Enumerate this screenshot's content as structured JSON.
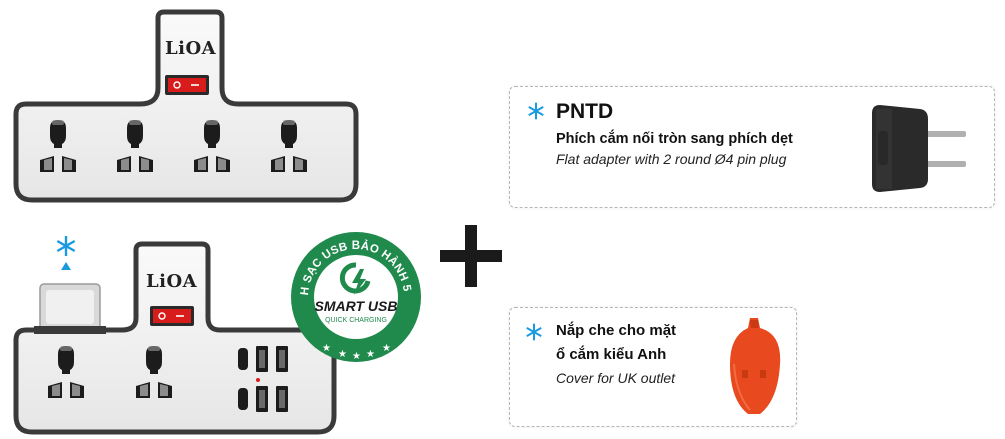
{
  "strip_top": {
    "brand": "LiOA"
  },
  "strip_bottom": {
    "brand": "LiOA"
  },
  "badge": {
    "arc_text": "MẠCH SẠC USB BẢO HÀNH 5 NĂM",
    "title": "SMART USB",
    "subtitle": "QUICK CHARGING",
    "color": "#1f8a4c"
  },
  "accessory_1": {
    "code": "PNTD",
    "vi": "Phích cắm nối tròn sang phích dẹt",
    "en": "Flat adapter with 2 round Ø4 pin plug"
  },
  "accessory_2": {
    "vi_line1": "Nắp che cho mặt",
    "vi_line2": "ổ cắm kiểu Anh",
    "en": "Cover for UK outlet"
  },
  "colors": {
    "accent_blue": "#1a9be0",
    "switch_red": "#d81c1c",
    "cover_orange": "#e8491e"
  }
}
